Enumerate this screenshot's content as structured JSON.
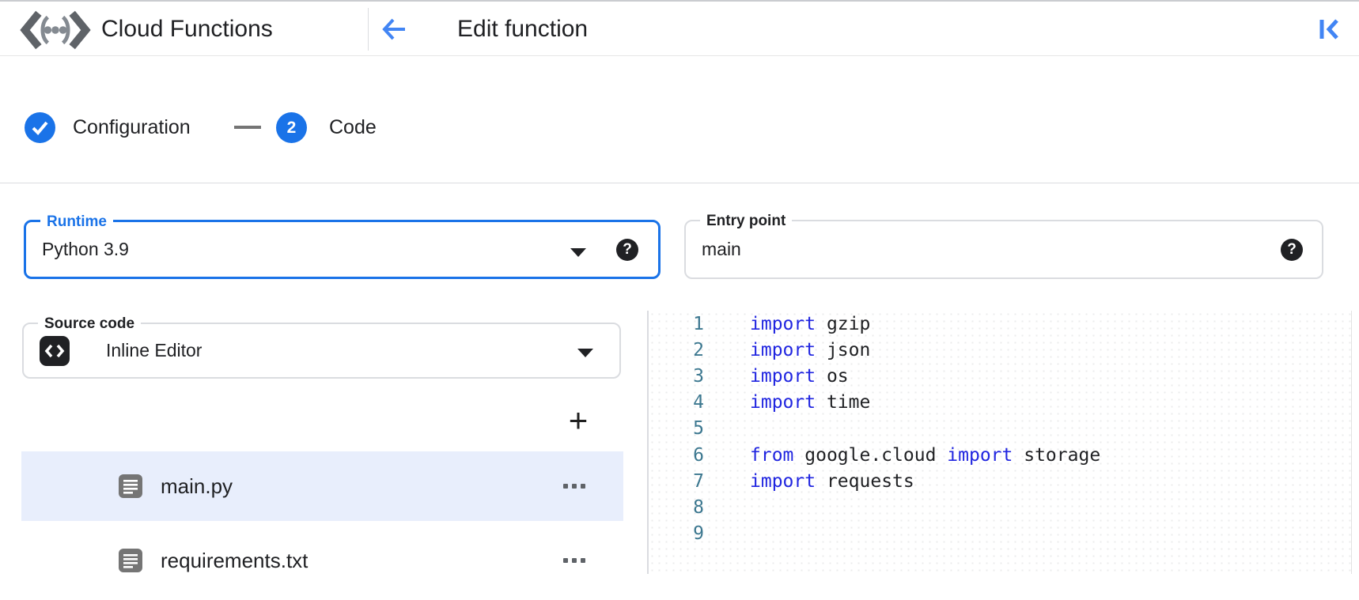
{
  "colors": {
    "accent_blue": "#1a73e8",
    "icon_blue": "#4285f4",
    "text_dark": "#202124",
    "border_gray": "#dadce0",
    "selected_row_bg": "#e8eefc",
    "keyword_blue": "#2025e0",
    "line_number_teal": "#3d7890",
    "file_icon_gray": "#757575"
  },
  "header": {
    "app_title": "Cloud Functions",
    "page_title": "Edit function",
    "logo_icon": "cloud-functions-logo",
    "back_icon": "back-arrow",
    "collapse_icon": "collapse-panel"
  },
  "stepper": {
    "step1_label": "Configuration",
    "step1_state": "completed",
    "step2_number": "2",
    "step2_label": "Code",
    "step2_state": "current"
  },
  "form": {
    "runtime": {
      "label": "Runtime",
      "value": "Python 3.9",
      "help_glyph": "?",
      "focused": true
    },
    "entry_point": {
      "label": "Entry point",
      "value": "main",
      "help_glyph": "?"
    },
    "source_code": {
      "label": "Source code",
      "value": "Inline Editor",
      "icon": "code-icon"
    }
  },
  "file_explorer": {
    "add_button_glyph": "+",
    "files": [
      {
        "name": "main.py",
        "selected": true
      },
      {
        "name": "requirements.txt",
        "selected": false
      }
    ]
  },
  "editor": {
    "keywords": [
      "import",
      "from"
    ],
    "lines": [
      "import gzip",
      "import json",
      "import os",
      "import time",
      "",
      "from google.cloud import storage",
      "import requests",
      "",
      ""
    ]
  }
}
